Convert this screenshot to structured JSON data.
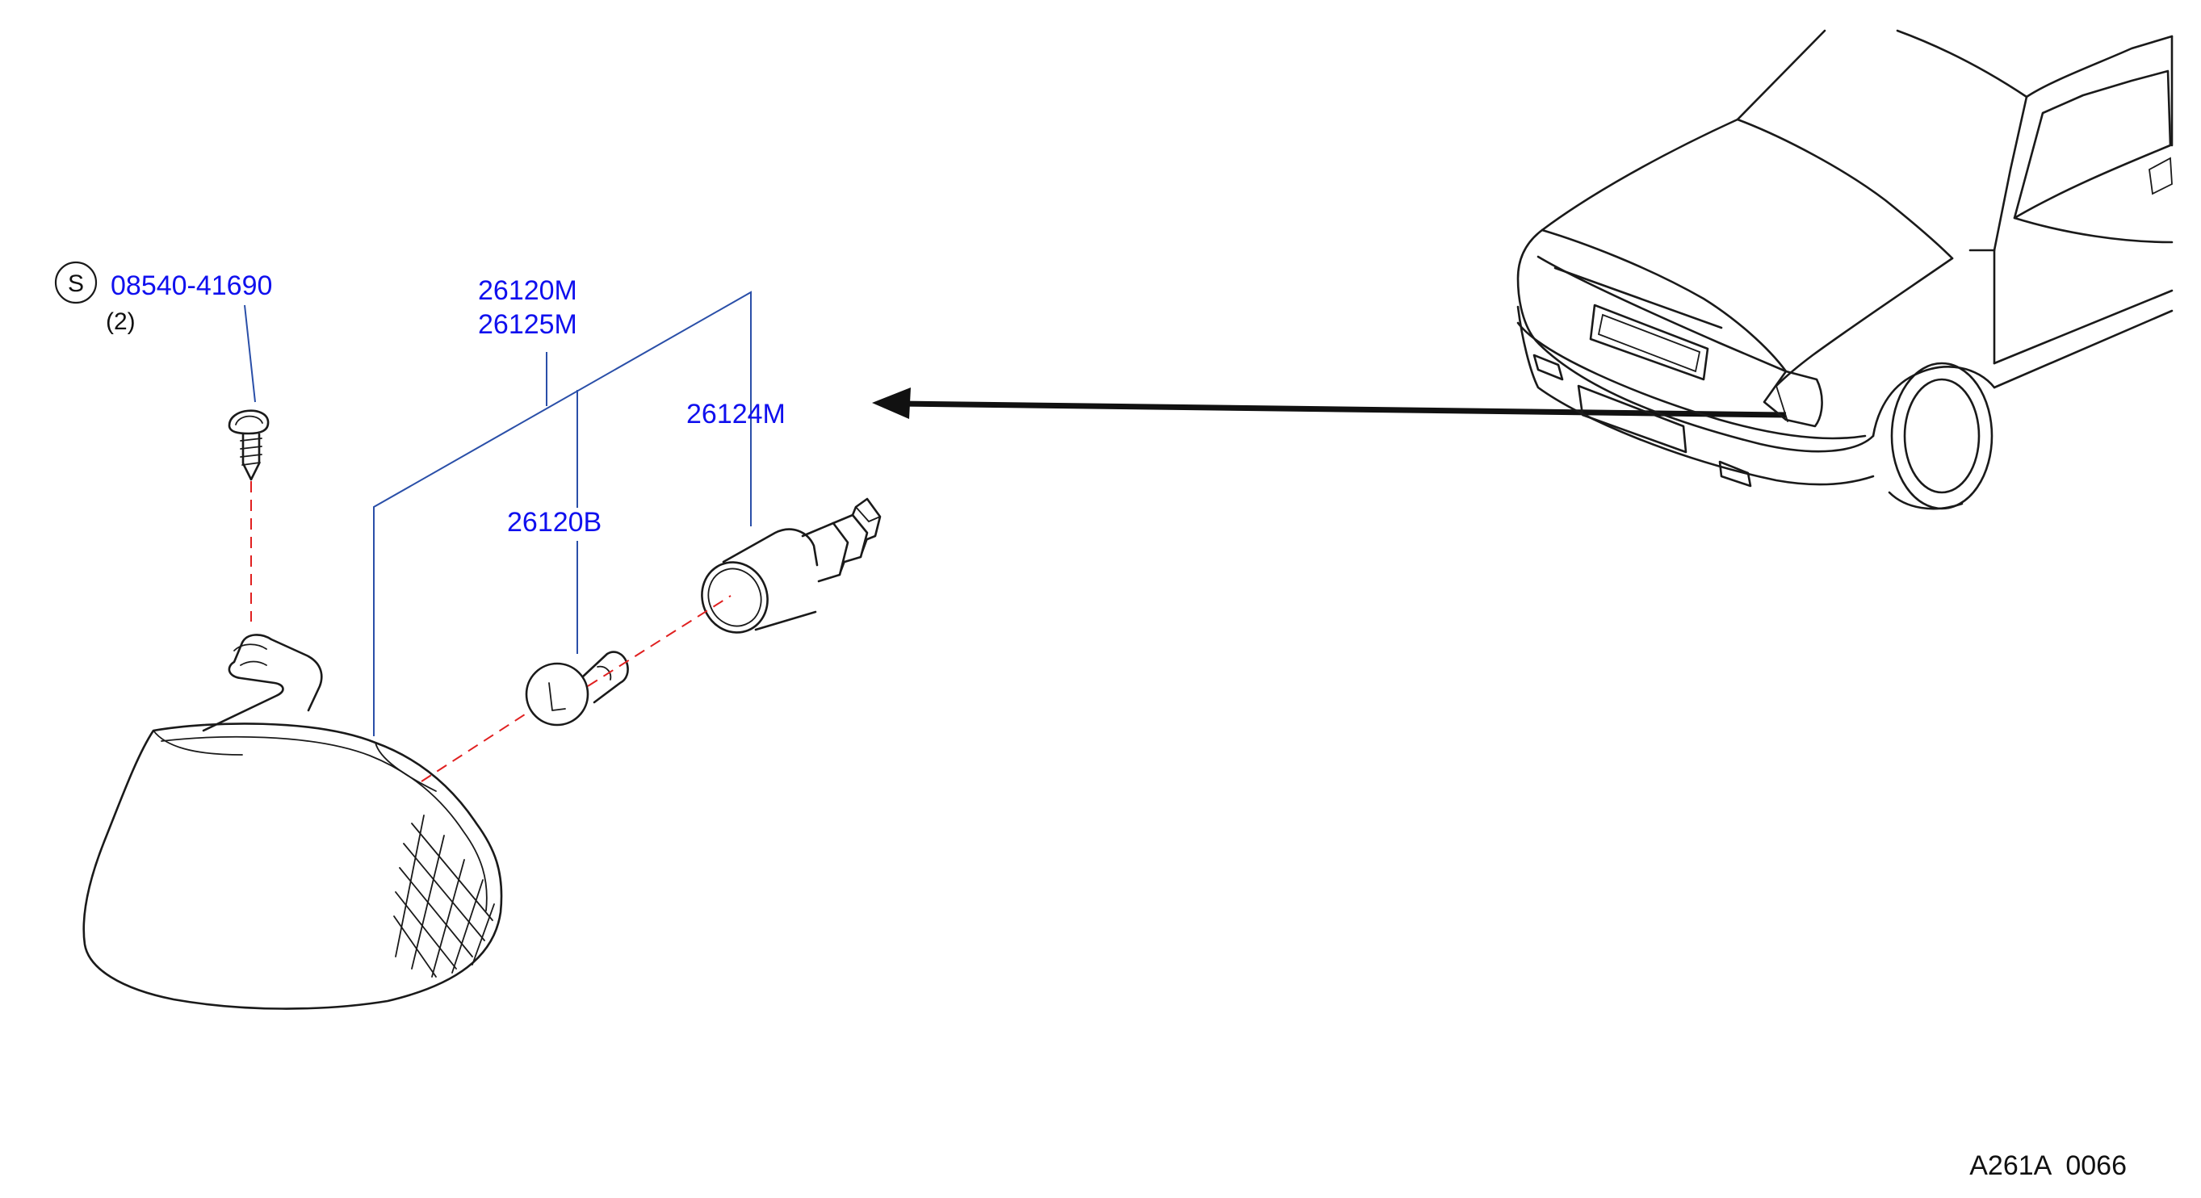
{
  "diagram": {
    "parts": {
      "screw_number": "08540-41690",
      "screw_symbol": "S",
      "screw_qty": "(2)",
      "lamp_assembly_rh": "26120M",
      "lamp_assembly_lh": "26125M",
      "bulb": "26120B",
      "socket": "26124M"
    },
    "reference_code": "A261A  0066",
    "colors": {
      "part_number_text": "#1010ee",
      "leader_line": "#2a4fa8",
      "center_line": "#e02020",
      "drawing_ink": "#1a1a1a"
    }
  }
}
